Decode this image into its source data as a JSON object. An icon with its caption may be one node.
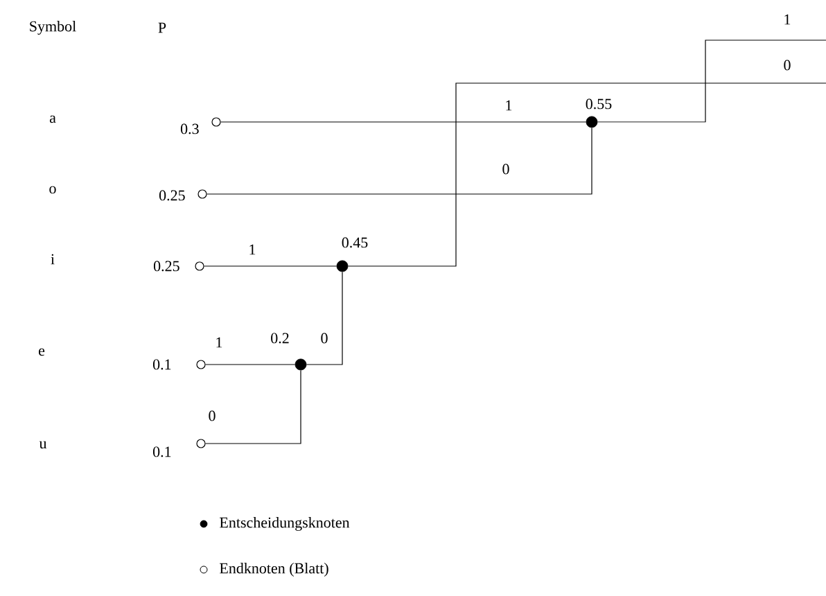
{
  "diagram": {
    "nodes": [
      {
        "text": [],
        "shape": "circle",
        "beside": [
          "0.3"
        ]
      },
      {
        "text": [],
        "shape": "circle",
        "beside": [
          "0.25"
        ]
      },
      {
        "text": [],
        "shape": "circle",
        "beside": [
          "0.25"
        ]
      },
      {
        "text": [],
        "shape": "circle",
        "beside": [
          "0.1"
        ]
      },
      {
        "text": [],
        "shape": "circle",
        "beside": [
          "0.1"
        ]
      },
      {
        "text": [],
        "shape": "dot",
        "beside": [
          "0.55"
        ]
      },
      {
        "text": [],
        "shape": "dot",
        "beside": [
          "0.45"
        ]
      },
      {
        "text": [],
        "shape": "dot",
        "beside": [
          "0.2"
        ]
      }
    ],
    "edges": [
      {
        "from": 0,
        "to": 5,
        "arrow": "none",
        "label": "1"
      },
      {
        "from": 1,
        "to": 5,
        "arrow": "none",
        "label": "0"
      },
      {
        "from": 2,
        "to": 6,
        "arrow": "none",
        "label": "1"
      },
      {
        "from": 3,
        "to": 7,
        "arrow": "none",
        "label": "1"
      },
      {
        "from": 4,
        "to": 7,
        "arrow": "none",
        "label": "0"
      },
      {
        "from": 7,
        "to": 6,
        "arrow": "none",
        "label": "0"
      },
      {
        "from": 5,
        "to": null,
        "arrow": "none",
        "label": "1"
      },
      {
        "from": 6,
        "to": null,
        "arrow": "none",
        "label": "0"
      }
    ],
    "labels": [
      "Symbol",
      "P",
      "a",
      "o",
      "i",
      "e",
      "u"
    ],
    "legend": [
      {
        "text": "Entscheidungsknoten"
      },
      {
        "text": "Endknoten (Blatt)"
      }
    ]
  }
}
